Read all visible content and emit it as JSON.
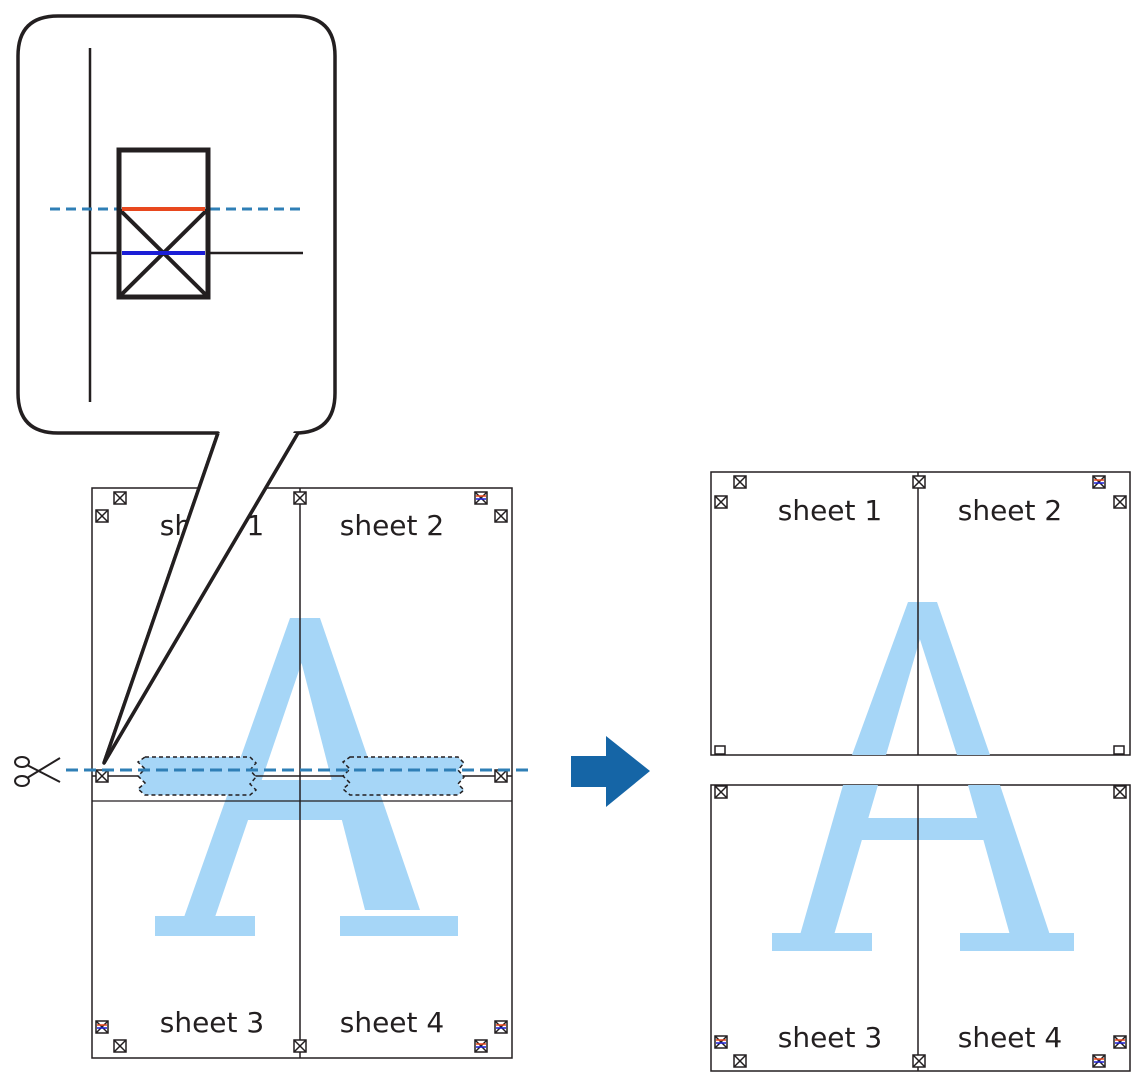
{
  "labels": {
    "sheet1": "sheet 1",
    "sheet2": "sheet 2",
    "sheet3": "sheet 3",
    "sheet4": "sheet 4"
  },
  "colors": {
    "line": "#231f20",
    "letter": "#a6d6f7",
    "cut_line": "#2f7fb6",
    "arrow": "#1565a6",
    "marker_red": "#e8481e",
    "marker_blue": "#1b1ed6"
  },
  "icons": {
    "scissors": "scissors-icon",
    "arrow": "arrow-right-icon"
  }
}
